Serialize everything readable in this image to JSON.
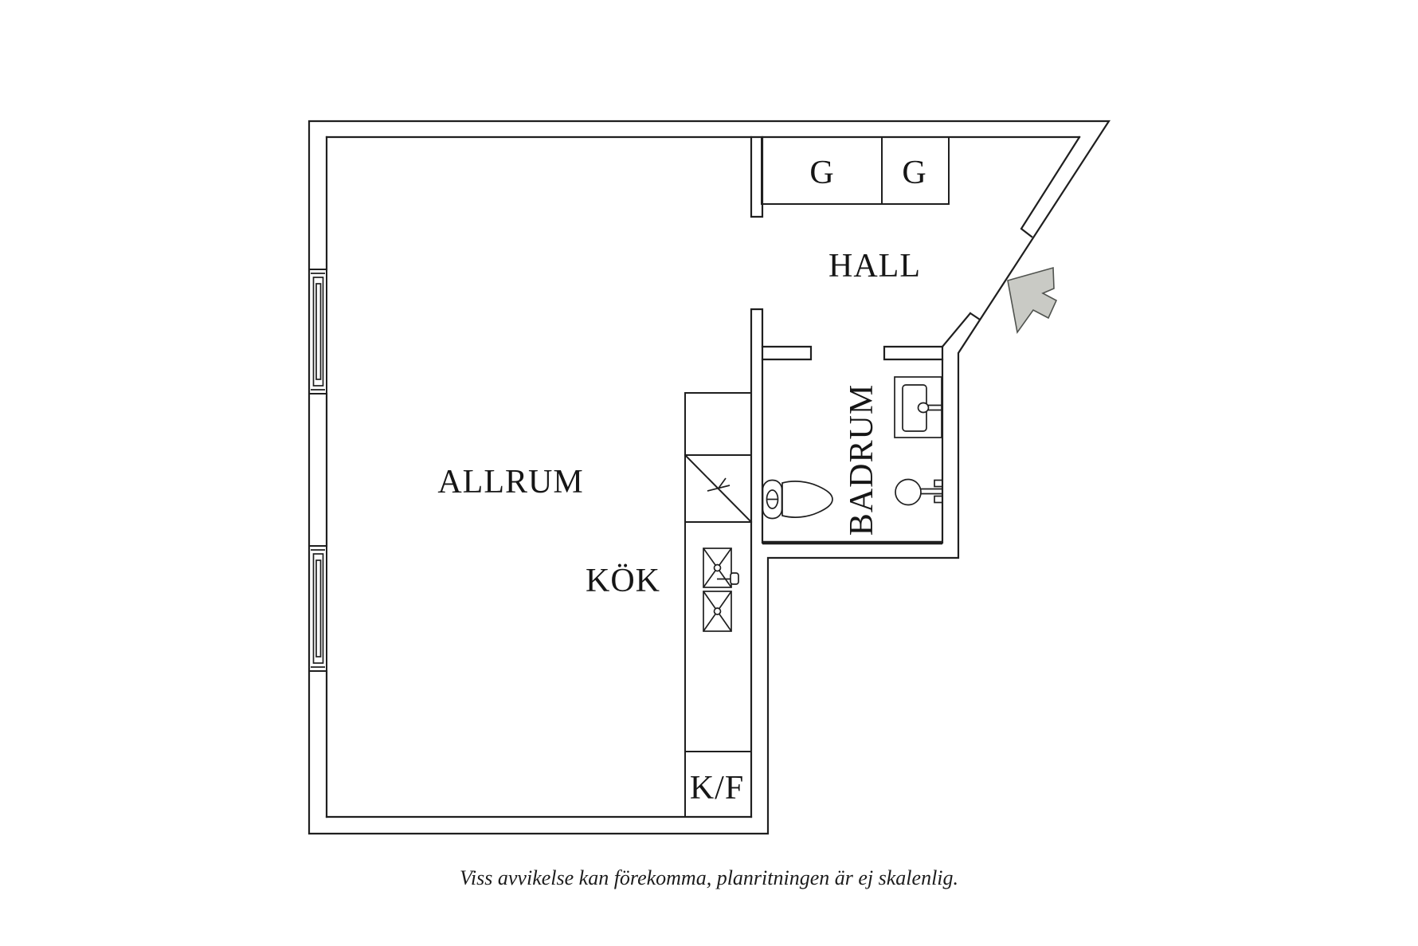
{
  "floor_plan": {
    "rooms": [
      {
        "id": "allrum",
        "label": "ALLRUM"
      },
      {
        "id": "kok",
        "label": "KÖK"
      },
      {
        "id": "hall",
        "label": "HALL"
      },
      {
        "id": "badrum",
        "label": "BADRUM"
      }
    ],
    "closet_labels": [
      "G",
      "G"
    ],
    "appliance_labels": {
      "fridge_freezer": "K/F"
    },
    "caption": "Viss avvikelse kan förekomma, planritningen är ej skalenlig.",
    "fixtures": [
      "toilet",
      "rect-washbasin",
      "round-washbasin",
      "kitchen-sink",
      "dishwasher-cabinet",
      "window",
      "window",
      "wardrobe",
      "wardrobe",
      "entrance-arrow"
    ],
    "colors": {
      "background": "#ffffff",
      "line": "#1f1f1f",
      "arrow_fill": "#c9cac5",
      "arrow_stroke": "#50534f"
    }
  }
}
